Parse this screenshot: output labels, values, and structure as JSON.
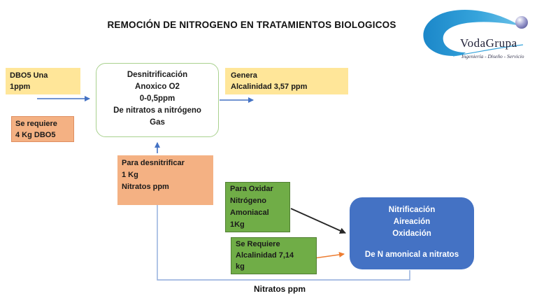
{
  "title": "REMOCIÓN DE NITROGENO EN TRATAMIENTOS BIOLOGICOS",
  "logo": {
    "name": "VodaGrupa",
    "tagline": "Ingeniería - Diseño - Servicio",
    "swoosh_color": "#2E9BD5",
    "sphere_color": "#5A5AA5"
  },
  "boxes": {
    "dbo5": {
      "lines": [
        "DBO5 Una",
        "1ppm"
      ],
      "bg": "#FFE699"
    },
    "requiere_dbo5": {
      "lines": [
        "Se requiere",
        "4 Kg DBO5"
      ],
      "bg": "#F4B183"
    },
    "desnitrificacion": {
      "lines": [
        "Desnitrificación",
        "Anoxico O2",
        "0-0,5ppm",
        "De nitratos a nitrógeno",
        "Gas"
      ],
      "border": "#A9D18E",
      "bg": "#FFFFFF"
    },
    "genera": {
      "lines": [
        "Genera",
        "Alcalinidad 3,57 ppm"
      ],
      "bg": "#FFE699"
    },
    "para_desnitrificar": {
      "lines": [
        "Para desnitrificar",
        "1 Kg",
        "Nitratos ppm"
      ],
      "bg": "#F4B183"
    },
    "para_oxidar": {
      "lines": [
        "Para Oxidar",
        "Nitrógeno",
        "Amoniacal",
        "1Kg"
      ],
      "bg": "#70AD47"
    },
    "se_requiere_alcalinidad": {
      "lines": [
        "Se Requiere",
        "Alcalinidad 7,14",
        "kg"
      ],
      "bg": "#70AD47"
    },
    "nitrificacion": {
      "lines": [
        "Nitrificación",
        "Aireación",
        "Oxidación",
        "De N amonical a nitratos"
      ],
      "bg": "#4472C4",
      "text_color": "#FFFFFF"
    }
  },
  "labels": {
    "nitratos_ppm": "Nitratos ppm"
  },
  "connectors": [
    {
      "name": "arrow-dbo5-to-desnitrificacion",
      "color": "#4472C4"
    },
    {
      "name": "arrow-desnitrificacion-to-genera",
      "color": "#4472C4"
    },
    {
      "name": "arrow-up-into-desnitrificacion",
      "color": "#4472C4"
    },
    {
      "name": "arrow-oxidar-to-nitrificacion",
      "color": "#262626"
    },
    {
      "name": "arrow-alcalinidad-to-nitrificacion",
      "color": "#ED7D31"
    },
    {
      "name": "connector-nitrificacion-return-loop",
      "color": "#8FAADC"
    }
  ]
}
